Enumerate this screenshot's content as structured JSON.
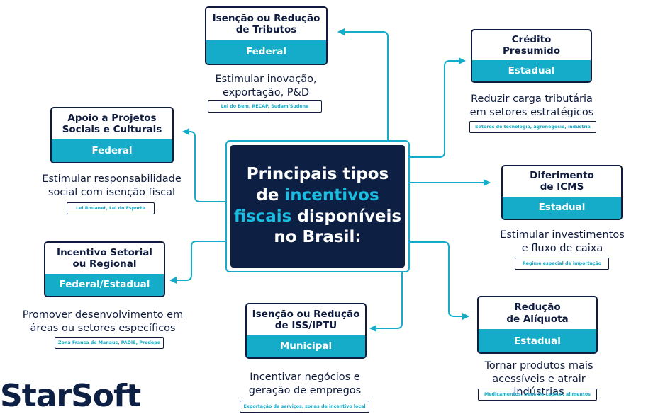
{
  "center": {
    "line1": "Principais tipos",
    "line2_pre": "de ",
    "line2_accent": "incentivos",
    "line3_accent": "fiscais",
    "line3_post": " disponíveis",
    "line4": "no Brasil:"
  },
  "cards": {
    "tributos": {
      "title": "Isenção ou Redução\nde Tributos",
      "level": "Federal",
      "desc": "Estimular inovação,\nexportação, P&D",
      "tag": "Lei do Bem, RECAP, Sudam/Sudene"
    },
    "credito": {
      "title": "Crédito\nPresumido",
      "level": "Estadual",
      "desc": "Reduzir carga tributária\nem setores estratégicos",
      "tag": "Setores de tecnologia, agronegócio, indústria"
    },
    "projetos": {
      "title": "Apoio a Projetos\nSociais e Culturais",
      "level": "Federal",
      "desc": "Estimular responsabilidade\nsocial com isenção fiscal",
      "tag": "Lei Rouanet, Lei do Esporte"
    },
    "diferimento": {
      "title": "Diferimento\nde ICMS",
      "level": "Estadual",
      "desc": "Estimular investimentos\ne fluxo de caixa",
      "tag": "Regime especial de importação"
    },
    "setorial": {
      "title": "Incentivo Setorial\nou Regional",
      "level": "Federal/Estadual",
      "desc": "Promover desenvolvimento em\náreas ou setores específicos",
      "tag": "Zona Franca de Manaus, PADIS, Prodepe"
    },
    "iss": {
      "title": "Isenção ou Redução\nde ISS/IPTU",
      "level": "Municipal",
      "desc": "Incentivar negócios e\ngeração de empregos",
      "tag": "Exportação de serviços, zonas de incentivo local"
    },
    "aliquota": {
      "title": "Redução\nde Alíquota",
      "level": "Estadual",
      "desc": "Tornar produtos mais\nacessíveis e atrair indústrias",
      "tag": "Medicamentos, bens de capital, alimentos"
    }
  },
  "logo": {
    "text": "StarSoft"
  },
  "colors": {
    "navy": "#0d1f43",
    "accent": "#14acc9"
  }
}
